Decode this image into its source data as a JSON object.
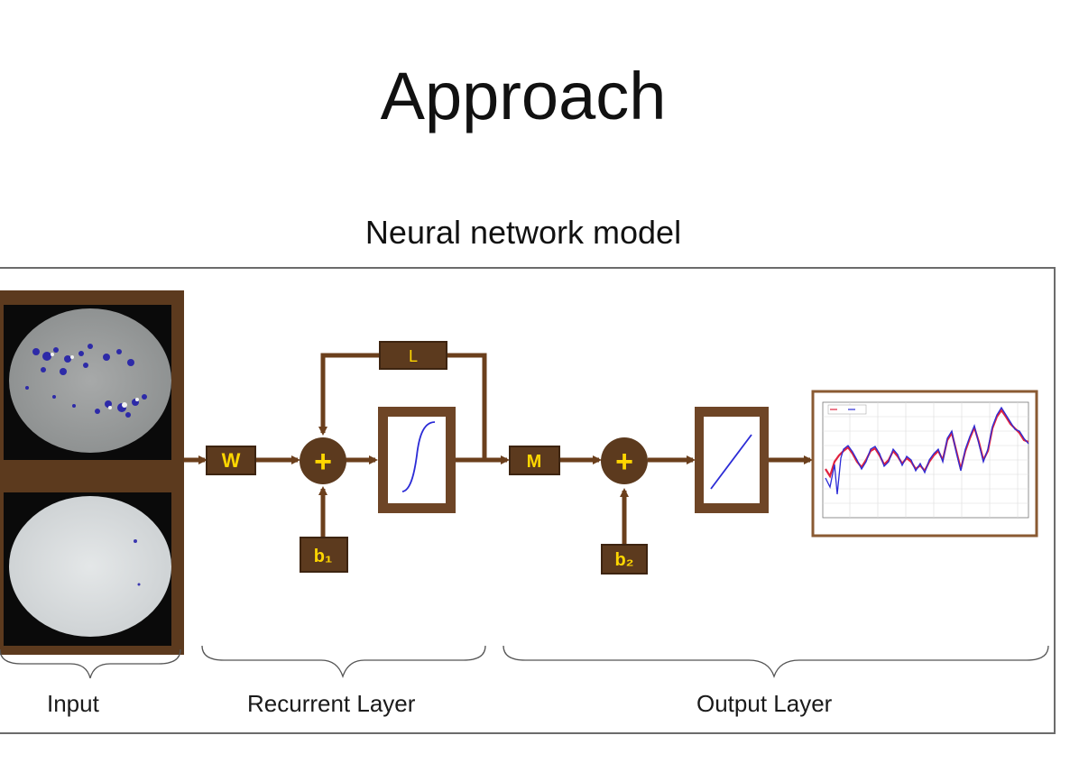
{
  "title": "Approach",
  "subtitle": "Neural network model",
  "blocks": {
    "input_weight": "W",
    "bias1": "b₁",
    "feedback": "L",
    "output_weight": "M",
    "bias2": "b₂",
    "sum_symbol": "+"
  },
  "sections": {
    "input": "Input",
    "recurrent": "Recurrent Layer",
    "output": "Output Layer"
  },
  "colors": {
    "brown_dark": "#5c3a1e",
    "brown_border": "#6e4526",
    "arrow": "#6b3f1c",
    "label_yellow": "#ffd700",
    "curve_blue": "#2b2bd6",
    "plot_red": "#e0233f"
  }
}
